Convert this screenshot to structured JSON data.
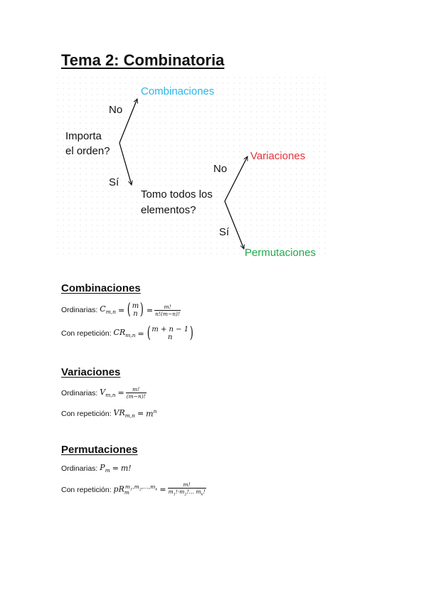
{
  "title": "Tema 2: Combinatoria",
  "diagram": {
    "q1_line1": "Importa",
    "q1_line2": "el orden?",
    "no1": "No",
    "si1": "Sí",
    "combinaciones": "Combinaciones",
    "q2_line1": "Tomo todos los",
    "q2_line2": "elementos?",
    "no2": "No",
    "si2": "Sí",
    "variaciones": "Variaciones",
    "permutaciones": "Permutaciones",
    "colors": {
      "combinaciones": "#2bb7e6",
      "variaciones": "#e6323c",
      "permutaciones": "#22a94c"
    }
  },
  "sections": {
    "combinaciones": {
      "heading": "Combinaciones",
      "ordinarias_label": "Ordinarias:",
      "repeticion_label": "Con repetición:"
    },
    "variaciones": {
      "heading": "Variaciones",
      "ordinarias_label": "Ordinarias:",
      "repeticion_label": "Con repetición:"
    },
    "permutaciones": {
      "heading": "Permutaciones",
      "ordinarias_label": "Ordinarias:",
      "repeticion_label": "Con repetición:"
    }
  }
}
